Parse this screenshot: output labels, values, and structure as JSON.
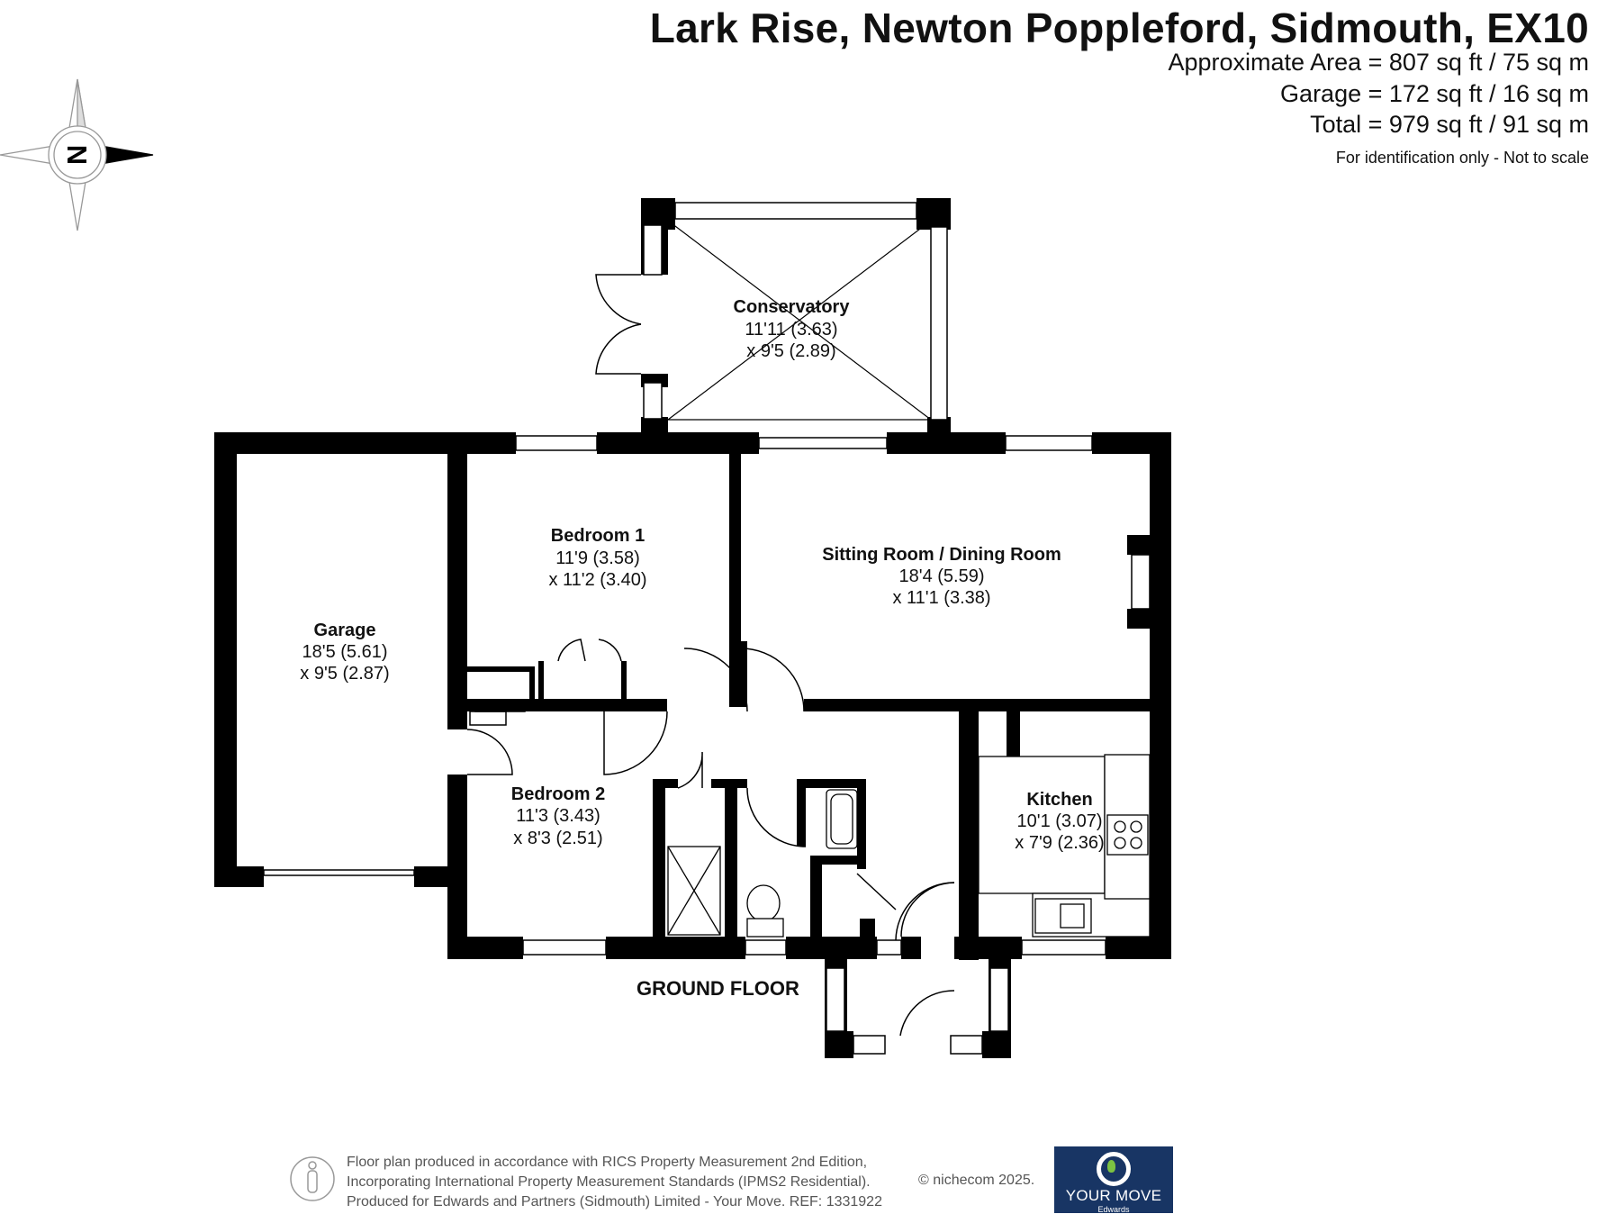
{
  "header": {
    "title": "Lark Rise, Newton Poppleford, Sidmouth, EX10",
    "area_approx": "Approximate Area = 807 sq ft / 75 sq m",
    "area_garage": "Garage = 172 sq ft / 16 sq m",
    "area_total": "Total = 979 sq ft / 91 sq m",
    "note": "For identification only - Not to scale"
  },
  "compass": {
    "letter": "N",
    "icon": "compass-icon"
  },
  "rooms": {
    "conservatory": {
      "name": "Conservatory",
      "dim1": "11'11 (3.63)",
      "dim2": "x 9'5 (2.89)"
    },
    "bedroom1": {
      "name": "Bedroom 1",
      "dim1": "11'9 (3.58)",
      "dim2": "x 11'2 (3.40)"
    },
    "sitting": {
      "name": "Sitting Room / Dining Room",
      "dim1": "18'4 (5.59)",
      "dim2": "x 11'1 (3.38)"
    },
    "garage": {
      "name": "Garage",
      "dim1": "18'5 (5.61)",
      "dim2": "x 9'5 (2.87)"
    },
    "bedroom2": {
      "name": "Bedroom 2",
      "dim1": "11'3 (3.43)",
      "dim2": "x 8'3 (2.51)"
    },
    "kitchen": {
      "name": "Kitchen",
      "dim1": "10'1 (3.07)",
      "dim2": "x 7'9 (2.36)"
    }
  },
  "floor_label": "GROUND FLOOR",
  "footer": {
    "line1": "Floor plan produced in accordance with RICS Property Measurement 2nd Edition,",
    "line2": "Incorporating International Property Measurement Standards (IPMS2 Residential).",
    "line3": "Produced for Edwards and Partners (Sidmouth) Limited - Your Move.   REF:  1331922",
    "copyright": "© nichecom 2025.",
    "person_icon": "person-icon"
  },
  "logo": {
    "name": "YOUR MOVE",
    "sub": "Edwards",
    "color": "#183564",
    "accent": "#7cc242"
  }
}
